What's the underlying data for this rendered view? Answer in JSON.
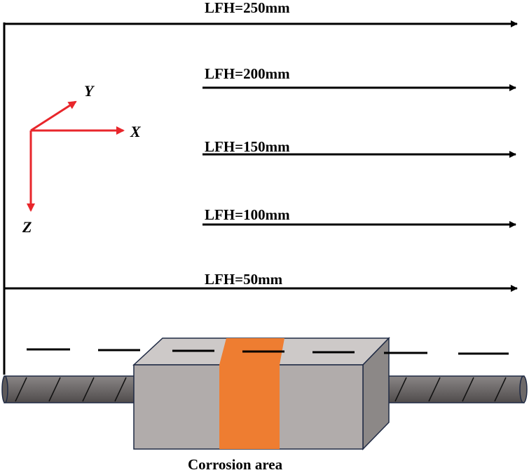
{
  "lines": [
    {
      "label": "LFH=250mm",
      "value_mm": 250
    },
    {
      "label": "LFH=200mm",
      "value_mm": 200
    },
    {
      "label": "LFH=150mm",
      "value_mm": 150
    },
    {
      "label": "LFH=100mm",
      "value_mm": 100
    },
    {
      "label": "LFH=50mm",
      "value_mm": 50
    }
  ],
  "axes": {
    "x": "X",
    "y": "Y",
    "z": "Z"
  },
  "caption": "Corrosion area",
  "colors": {
    "axis_arrows": "#e8262b",
    "corrosion_band": "#ee7d31",
    "concrete_front": "#b1acab",
    "concrete_top": "#cdc9c8",
    "concrete_side": "#8c8887",
    "rebar": "#6d6969",
    "lines": "#000000"
  }
}
